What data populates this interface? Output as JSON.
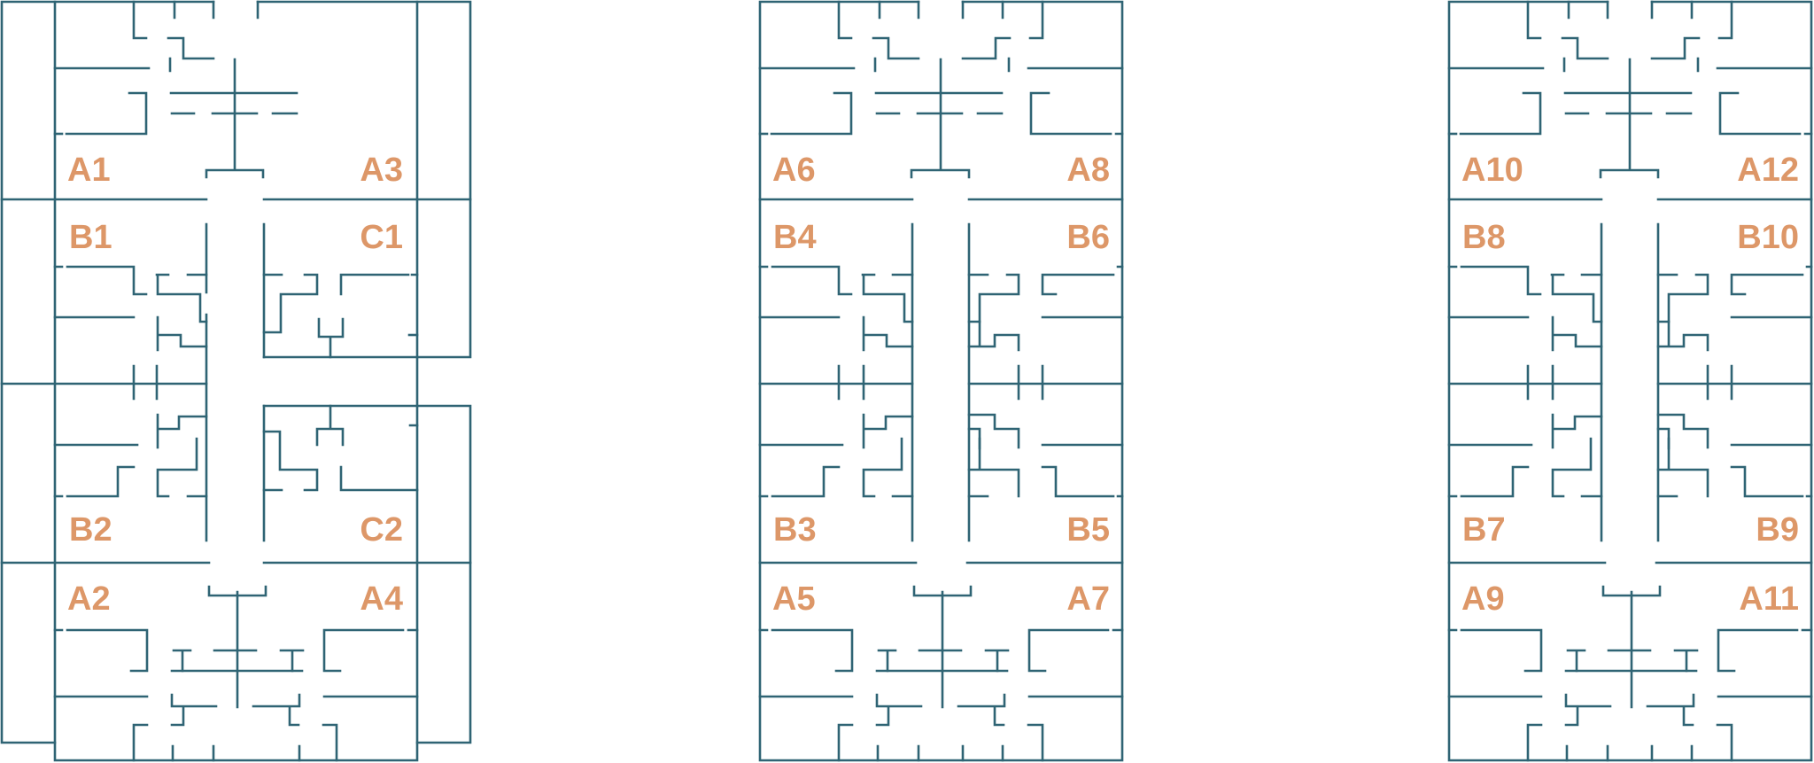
{
  "colors": {
    "walls": "#2f6474",
    "labels": "#dd9768",
    "background": "#ffffff"
  },
  "buildings": [
    {
      "units": {
        "a_top_left": "A1",
        "a_top_right": "A3",
        "b_upper_left": "B1",
        "b_upper_right": "C1",
        "b_lower_left": "B2",
        "b_lower_right": "C2",
        "a_bottom_left": "A2",
        "a_bottom_right": "A4"
      }
    },
    {
      "units": {
        "a_top_left": "A6",
        "a_top_right": "A8",
        "b_upper_left": "B4",
        "b_upper_right": "B6",
        "b_lower_left": "B3",
        "b_lower_right": "B5",
        "a_bottom_left": "A5",
        "a_bottom_right": "A7"
      }
    },
    {
      "units": {
        "a_top_left": "A10",
        "a_top_right": "A12",
        "b_upper_left": "B8",
        "b_upper_right": "B10",
        "b_lower_left": "B7",
        "b_lower_right": "B9",
        "a_bottom_left": "A9",
        "a_bottom_right": "A11"
      }
    }
  ]
}
